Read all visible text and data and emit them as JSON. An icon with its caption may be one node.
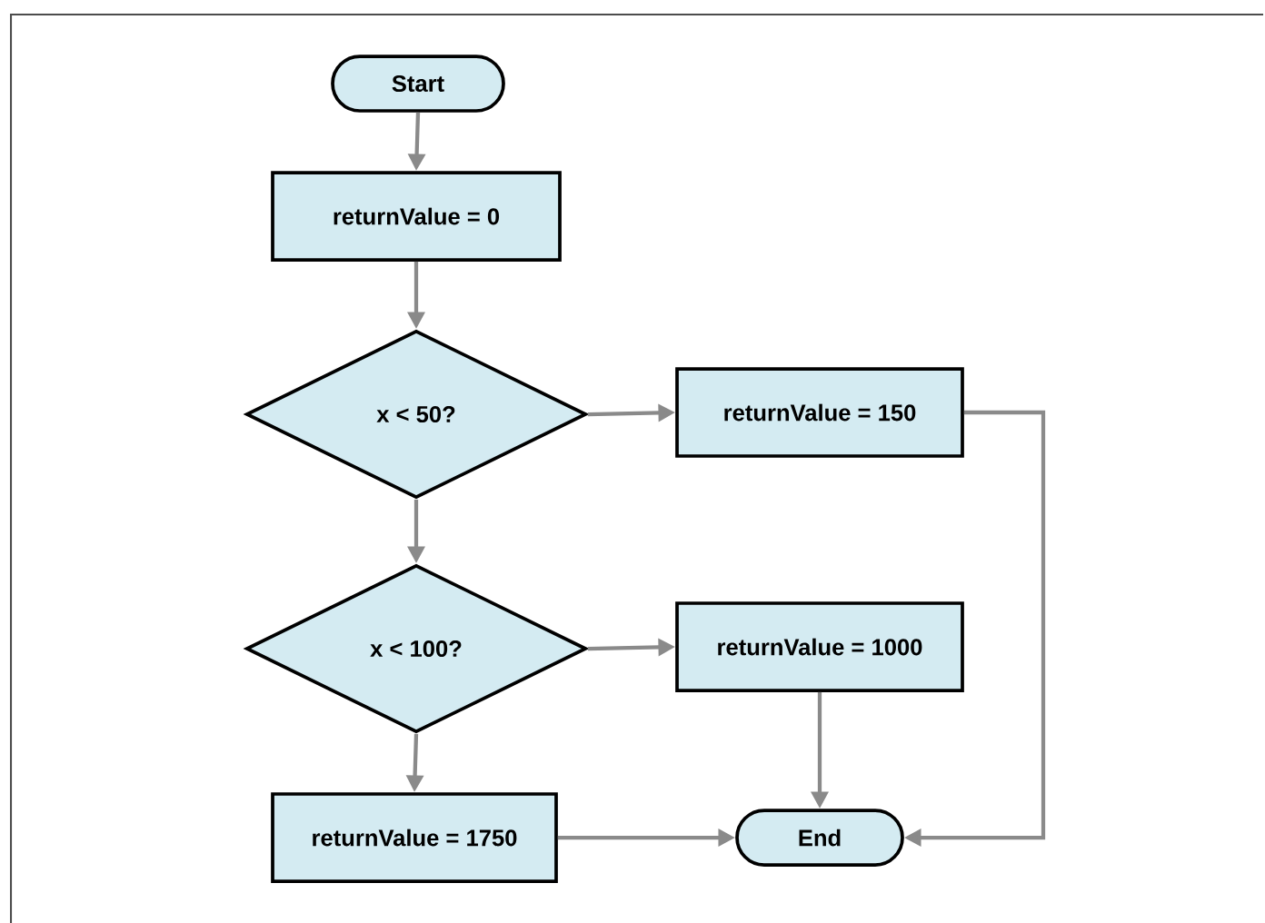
{
  "diagram": {
    "nodes": [
      {
        "text": [
          "Start"
        ]
      },
      {
        "text": [
          "returnValue = 0"
        ]
      },
      {
        "text": [
          "x < 50?"
        ]
      },
      {
        "text": [
          "returnValue = 150"
        ]
      },
      {
        "text": [
          "x < 100?"
        ]
      },
      {
        "text": [
          "returnValue = 1000"
        ]
      },
      {
        "text": [
          "returnValue = 1750"
        ]
      },
      {
        "text": [
          "End"
        ]
      }
    ],
    "edges": [
      {
        "from": 0,
        "to": 1,
        "arrow": "to"
      },
      {
        "from": 1,
        "to": 2,
        "arrow": "to"
      },
      {
        "from": 2,
        "to": 3,
        "arrow": "to"
      },
      {
        "from": 2,
        "to": 4,
        "arrow": "to"
      },
      {
        "from": 4,
        "to": 5,
        "arrow": "to"
      },
      {
        "from": 4,
        "to": 6,
        "arrow": "to"
      },
      {
        "from": 5,
        "to": 7,
        "arrow": "to"
      },
      {
        "from": 6,
        "to": 7,
        "arrow": "to"
      },
      {
        "from": 3,
        "to": 7,
        "arrow": "to"
      }
    ]
  }
}
